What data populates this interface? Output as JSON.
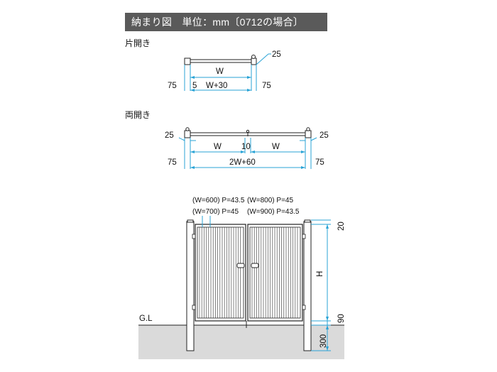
{
  "header": {
    "title": "納まり図　単位：mm〔0712の場合〕",
    "accent_bg": "#5a5a5a",
    "dim_color": "#29a3d6"
  },
  "single_swing": {
    "label": "片開き",
    "dims": {
      "gap": "25",
      "width": "W",
      "left_post": "75",
      "clearance": "5",
      "overall": "W+30",
      "right_post": "75"
    }
  },
  "double_swing": {
    "label": "両開き",
    "dims": {
      "gap_left": "25",
      "gap_right": "25",
      "width_left": "W",
      "center_gap": "10",
      "width_right": "W",
      "left_post": "75",
      "overall": "2W+60",
      "right_post": "75"
    }
  },
  "elevation": {
    "notes": [
      "(W=600) P=43.5",
      "(W=800) P=45",
      "(W=700) P=45",
      "(W=900) P=43.5"
    ],
    "ground_label": "G.L",
    "dims": {
      "top": "20",
      "height": "H",
      "bottom_gap": "90",
      "embed": "300"
    }
  }
}
